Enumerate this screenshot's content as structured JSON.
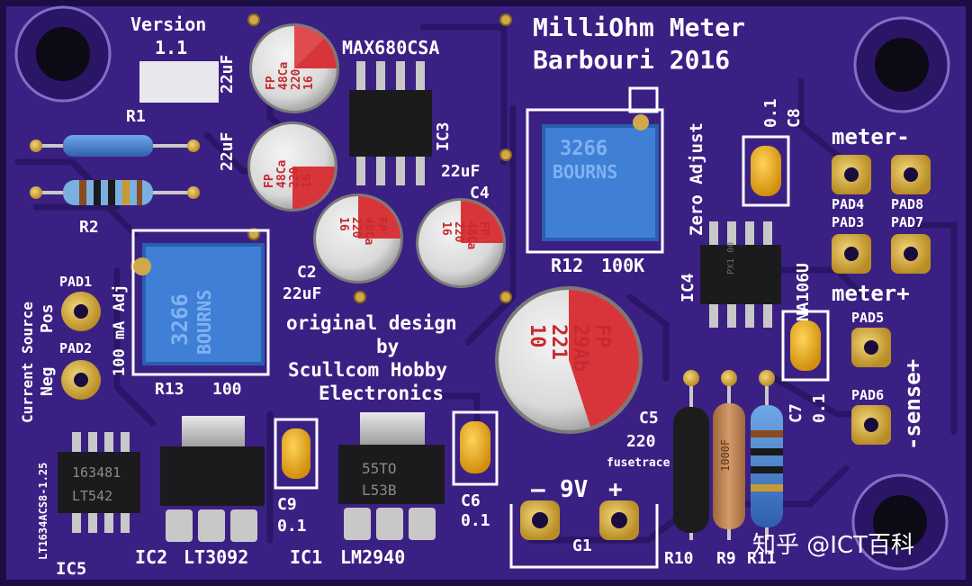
{
  "board": {
    "title_line1": "MilliOhm Meter",
    "title_line2": "Barbouri 2016",
    "version_line1": "Version",
    "version_line2": "1.1",
    "credit_line1": "original design",
    "credit_line2": "by",
    "credit_line3": "Scullcom Hobby",
    "credit_line4": "Electronics",
    "zero_adjust": "Zero Adjust",
    "current_source_label": "Current Source",
    "pos_label": "Pos",
    "neg_label": "Neg",
    "ma_adj_label": "100 mA Adj",
    "fusetrace_label": "fusetrace",
    "volt_label": "9V",
    "minus_sign": "–",
    "plus_sign": "+"
  },
  "refdes": {
    "r1": "R1",
    "r2": "R2",
    "r9": "R9",
    "r10": "R10",
    "r11": "R11",
    "r12": "R12",
    "r12_val": "100K",
    "r13": "R13",
    "r13_val": "100",
    "c2": "C2",
    "c2_val": "22uF",
    "c4": "C4",
    "c4_val": "22uF",
    "c5": "C5",
    "c5_val": "220",
    "c6": "C6",
    "c6_val": "0.1",
    "c7": "C7",
    "c7_val": "0.1",
    "c8": "C8",
    "c8_val": "0.1",
    "c9": "C9",
    "c9_val": "0.1",
    "cap_left_val1": "22uF",
    "cap_left_val2": "22uF",
    "ic1": "IC1",
    "ic1_part": "LM2940",
    "ic2": "IC2",
    "ic2_part": "LT3092",
    "ic3": "IC3",
    "ic3_part": "MAX680CSA",
    "ic4": "IC4",
    "ic4_part": "INA106U",
    "ic5": "IC5",
    "ic5_part": "LT1634ACS8-1.25",
    "g1": "G1"
  },
  "pads": {
    "meter_minus": "meter-",
    "meter_plus": "meter+",
    "sense_minus": "-sense+",
    "pad1": "PAD1",
    "pad2": "PAD2",
    "pad3": "PAD3",
    "pad4": "PAD4",
    "pad5": "PAD5",
    "pad6": "PAD6",
    "pad7": "PAD7",
    "pad8": "PAD8"
  },
  "component_markings": {
    "elco_brand": "FP",
    "elco_code": "48Ca",
    "elco_value": "220",
    "elco_voltage": "16",
    "big_elco_code": "29Ab",
    "big_elco_value": "221",
    "big_elco_voltage": "10",
    "trimpot_model": "3266",
    "trimpot_brand": "BOURNS",
    "ic5_mark1": "163481",
    "ic5_mark2": "LT542",
    "ic1_mark1": "55TO",
    "ic1_mark2": "L53B",
    "ic4_mark": "PX1 00",
    "r9_mark": "1000F"
  },
  "watermark": {
    "text": "知乎 @ICT百科"
  },
  "colors": {
    "pcb": "#3b2084",
    "pcb_dark": "#241355",
    "silk": "#ffffff",
    "gold": "#d9b24a",
    "cap_red": "#d8353b",
    "trim_blue": "#3f7fd6",
    "tant_yellow": "#f0b41e"
  }
}
